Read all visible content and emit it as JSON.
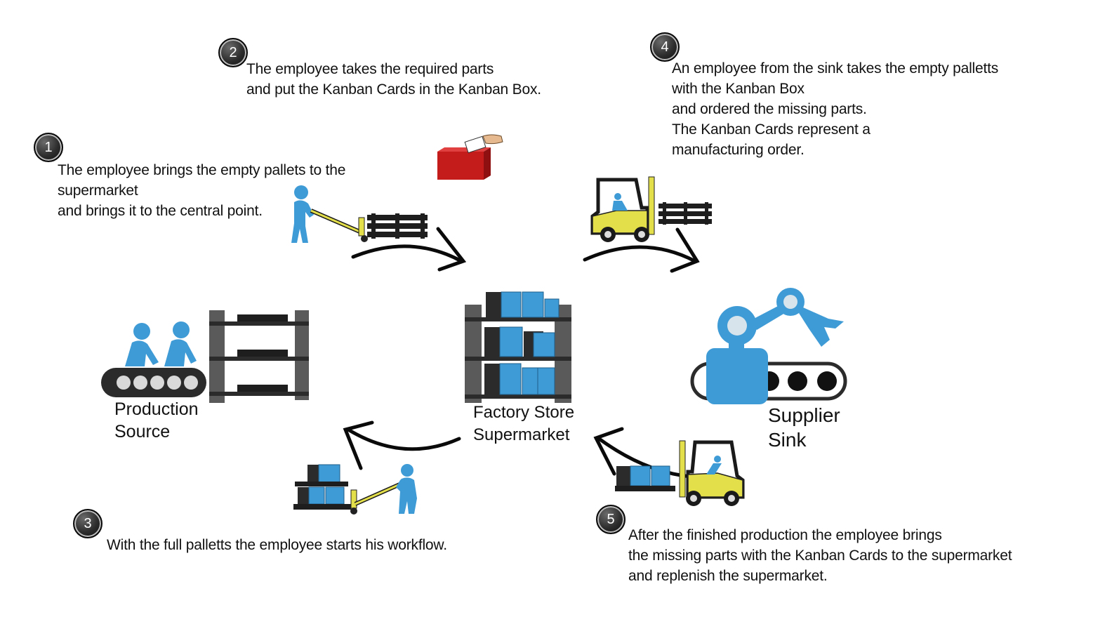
{
  "steps": [
    {
      "number": "1",
      "text": "The employee brings the empty pallets to the\nsupermarket\nand brings it to the central point."
    },
    {
      "number": "2",
      "text": "The employee takes the required parts\nand  put the Kanban Cards in the Kanban Box."
    },
    {
      "number": "3",
      "text": "With the full palletts the employee starts his workflow."
    },
    {
      "number": "4",
      "text": "An employee from the sink takes the empty palletts\nwith the Kanban Box\nand ordered the missing parts.\nThe Kanban Cards represent a\nmanufacturing order."
    },
    {
      "number": "5",
      "text": "After the finished production the employee brings\nthe missing parts with the Kanban Cards to the supermarket\nand replenish the supermarket."
    }
  ],
  "places": {
    "source": "Production\nSource",
    "store": "Factory Store\nSupermarket",
    "sink": "Supplier\nSink"
  },
  "colors": {
    "worker_blue": "#3f9bd5",
    "forklift_yellow": "#e3df4a",
    "kanban_box_red": "#c41b1b",
    "shelf_dark": "#2b2b2b",
    "badge_dark": "#2c2c2c"
  },
  "icons": [
    "worker-icon",
    "pallet-jack-icon",
    "forklift-icon",
    "kanban-box-icon",
    "conveyor-icon",
    "shelf-icon",
    "robot-arm-icon",
    "flow-arrow-icon"
  ]
}
